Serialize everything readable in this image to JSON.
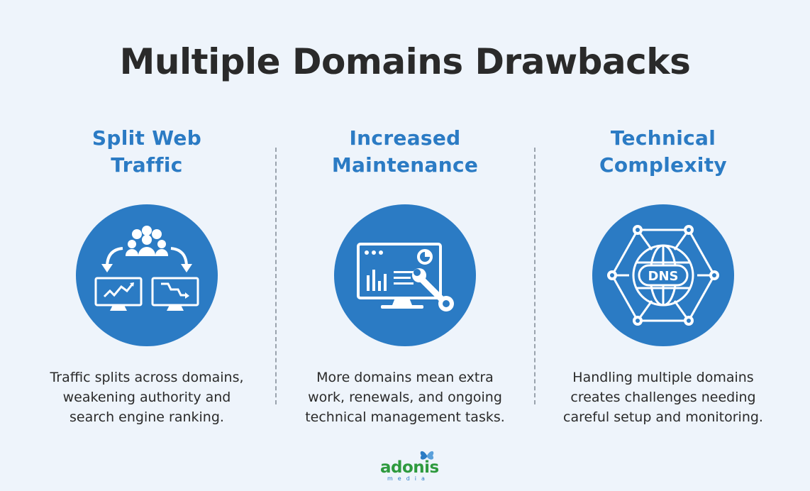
{
  "title": "Multiple Domains Drawbacks",
  "columns": [
    {
      "heading_lines": [
        "Split Web",
        "Traffic"
      ],
      "icon": "traffic-split-icon",
      "desc_lines": [
        "Traffic splits across domains,",
        "weakening authority and",
        "search engine ranking."
      ]
    },
    {
      "heading_lines": [
        "Increased",
        "Maintenance"
      ],
      "icon": "monitor-wrench-icon",
      "desc_lines": [
        "More domains mean extra",
        "work, renewals, and ongoing",
        "technical management tasks."
      ]
    },
    {
      "heading_lines": [
        "Technical",
        "Complexity"
      ],
      "icon": "dns-network-icon",
      "icon_label": "DNS",
      "desc_lines": [
        "Handling multiple domains",
        "creates challenges needing",
        "careful setup and monitoring."
      ]
    }
  ],
  "logo": {
    "word": "adonis",
    "sub": "media"
  },
  "colors": {
    "accent": "#2b7bc4",
    "text": "#2a2a2a",
    "background": "#eef4fb",
    "logo_green": "#2e9a3e"
  }
}
